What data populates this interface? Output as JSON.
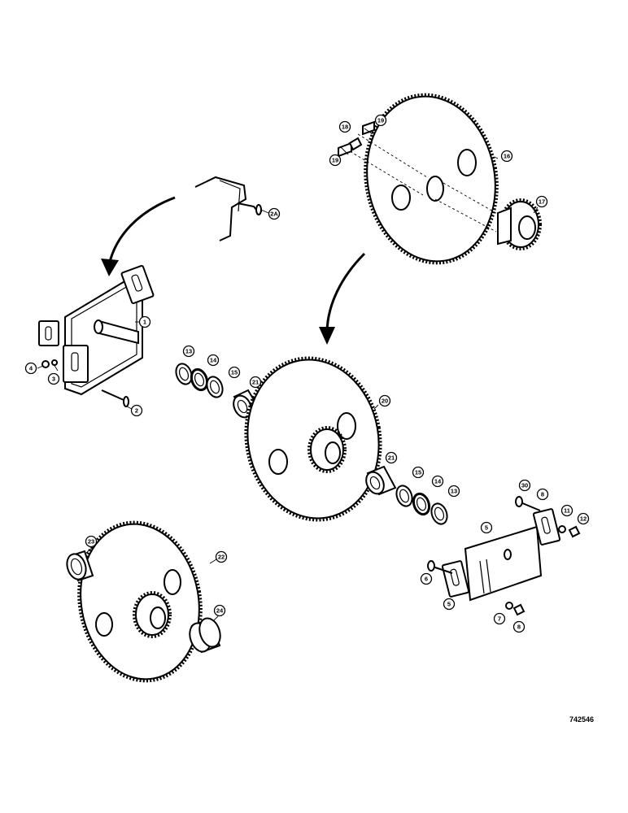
{
  "figure": {
    "reference_code": "742546",
    "callouts": {
      "c1": "1",
      "c2": "2",
      "c2a": "2A",
      "c3": "3",
      "c4": "4",
      "c5a": "5",
      "c5b": "5",
      "c6": "6",
      "c7": "7",
      "c8a": "8",
      "c8b": "8",
      "c11": "11",
      "c12": "12",
      "c13a": "13",
      "c13b": "13",
      "c14a": "14",
      "c14b": "14",
      "c15a": "15",
      "c15b": "15",
      "c16": "16",
      "c17": "17",
      "c18": "18",
      "c19a": "19",
      "c19b": "19",
      "c20": "20",
      "c21a": "21",
      "c21b": "21",
      "c22": "22",
      "c23": "23",
      "c24": "24",
      "c30": "30"
    }
  }
}
